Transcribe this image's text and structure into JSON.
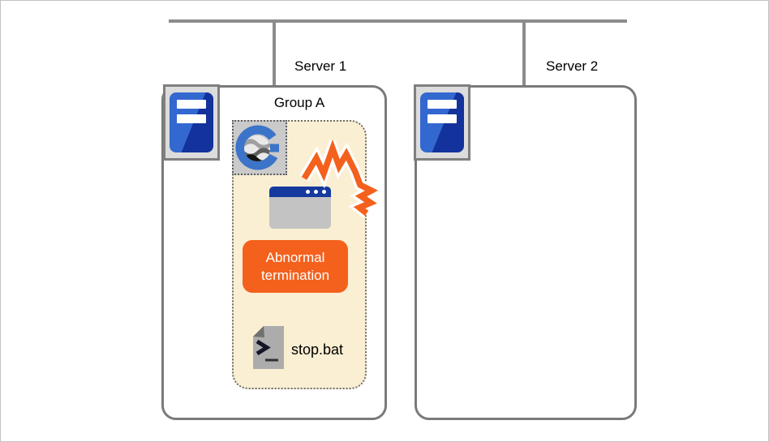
{
  "diagram_type": "cluster-failure-diagram",
  "network": {
    "bus_color": "#8C8C8C"
  },
  "server1": {
    "label": "Server 1",
    "icon": "server-tower-icon",
    "group": {
      "label": "Group A",
      "fill_color": "#FAEFD3",
      "logo_icon": "g-application-logo-icon",
      "app_icon": "application-window-icon",
      "crash_icon": "crash-burst-icon",
      "badge": {
        "label": "Abnormal termination",
        "color": "#F4611D",
        "text_color": "#FFFFFF"
      },
      "script": {
        "icon": "batch-file-icon",
        "label": "stop.bat"
      }
    }
  },
  "server2": {
    "label": "Server 2",
    "icon": "server-tower-icon"
  },
  "colors": {
    "box_border": "#7A7A7A",
    "group_dotted_border": "#6E6E6E",
    "window_titlebar_blue": "#16399E",
    "server_blue_light": "#3468D1",
    "server_blue_dark": "#14329B",
    "orange": "#F4611D"
  }
}
